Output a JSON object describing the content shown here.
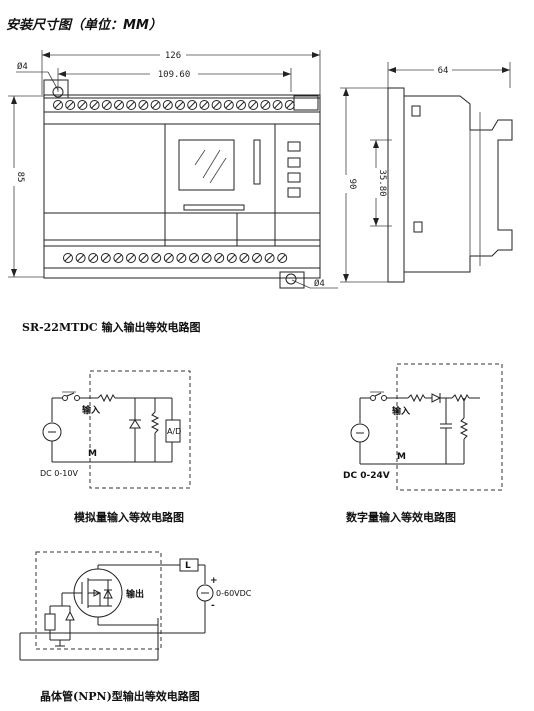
{
  "header": {
    "title": "安装尺寸图（单位：MM）"
  },
  "dimensions": {
    "width_outer": "126",
    "width_holes": "109.60",
    "height": "85",
    "depth": "64",
    "side_height": "90",
    "side_inner": "35.80",
    "hole_top": "Ø4",
    "hole_bottom": "Ø4"
  },
  "sections": {
    "equivalent_title": "SR-22MTDC 输入输出等效电路图",
    "analog_caption": "模拟量输入等效电路图",
    "digital_caption": "数字量输入等效电路图",
    "transistor_caption": "晶体管(NPN)型输出等效电路图"
  },
  "analog": {
    "input": "输入",
    "common": "M",
    "source": "DC 0-10V",
    "adc": "A/D"
  },
  "digital": {
    "input": "输入",
    "common": "M",
    "source": "DC 0-24V"
  },
  "transistor": {
    "output": "输出",
    "load": "L",
    "plus": "+",
    "minus": "-",
    "supply": "0-60VDC"
  },
  "colors": {
    "line": "#222222",
    "background": "#ffffff"
  }
}
